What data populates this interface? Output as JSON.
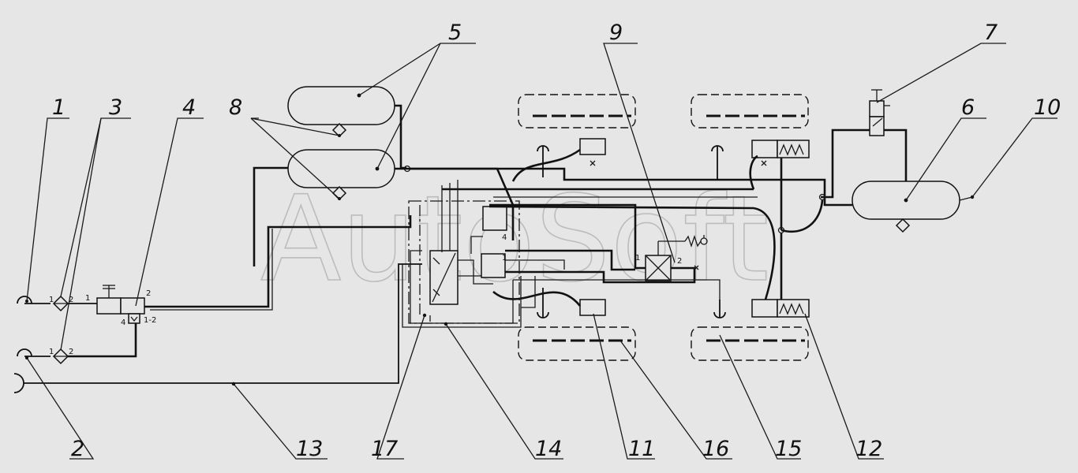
{
  "watermark": "AutoSoft",
  "callouts": [
    "1",
    "2",
    "3",
    "4",
    "5",
    "6",
    "7",
    "8",
    "9",
    "10",
    "11",
    "12",
    "13",
    "14",
    "15",
    "16",
    "17"
  ],
  "ports": {
    "filter_top_in": "1",
    "filter_top_out": "2",
    "filter_bottom_in": "1",
    "filter_bottom_out": "2",
    "valve4_in": "1",
    "valve4_out": "2",
    "valve4_ctrl": "4",
    "valve4_exhaust": "1-2",
    "module_port4": "4",
    "module_port1": "1",
    "valve9_in": "1",
    "valve9_out": "2"
  }
}
